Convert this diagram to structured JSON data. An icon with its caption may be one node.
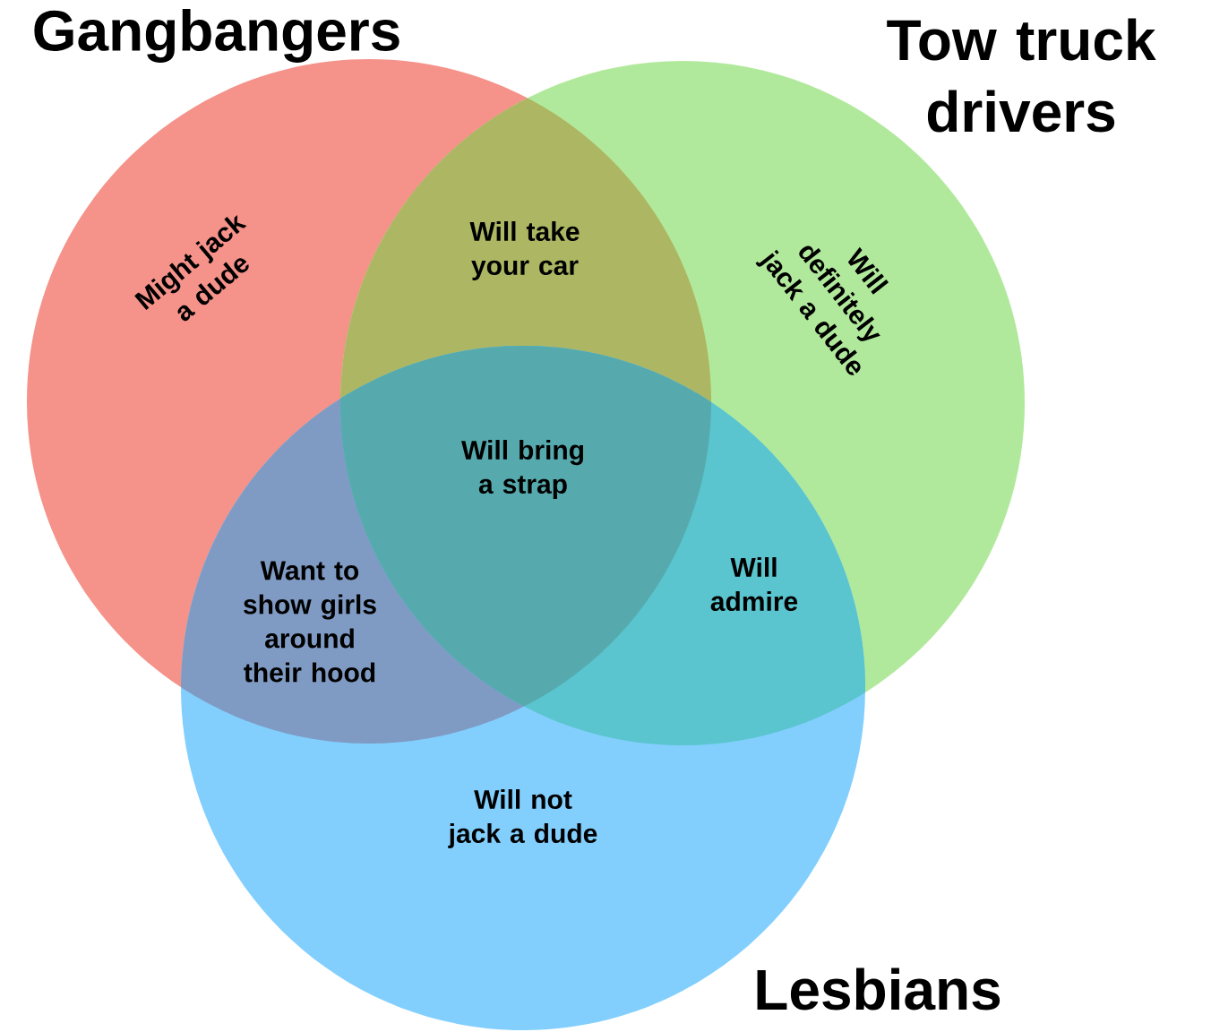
{
  "diagram": {
    "nodes": [
      {
        "text": [
          "Gangbangers",
          "Might jack a dude"
        ]
      },
      {
        "text": [
          "Tow truck drivers",
          "Will definitely jack a dude"
        ]
      },
      {
        "text": [
          "Lesbians",
          "Will not jack a dude"
        ]
      }
    ],
    "labels": [
      "Will take your car",
      "Will bring a strap",
      "Want to show girls around their hood",
      "Will admire"
    ]
  }
}
